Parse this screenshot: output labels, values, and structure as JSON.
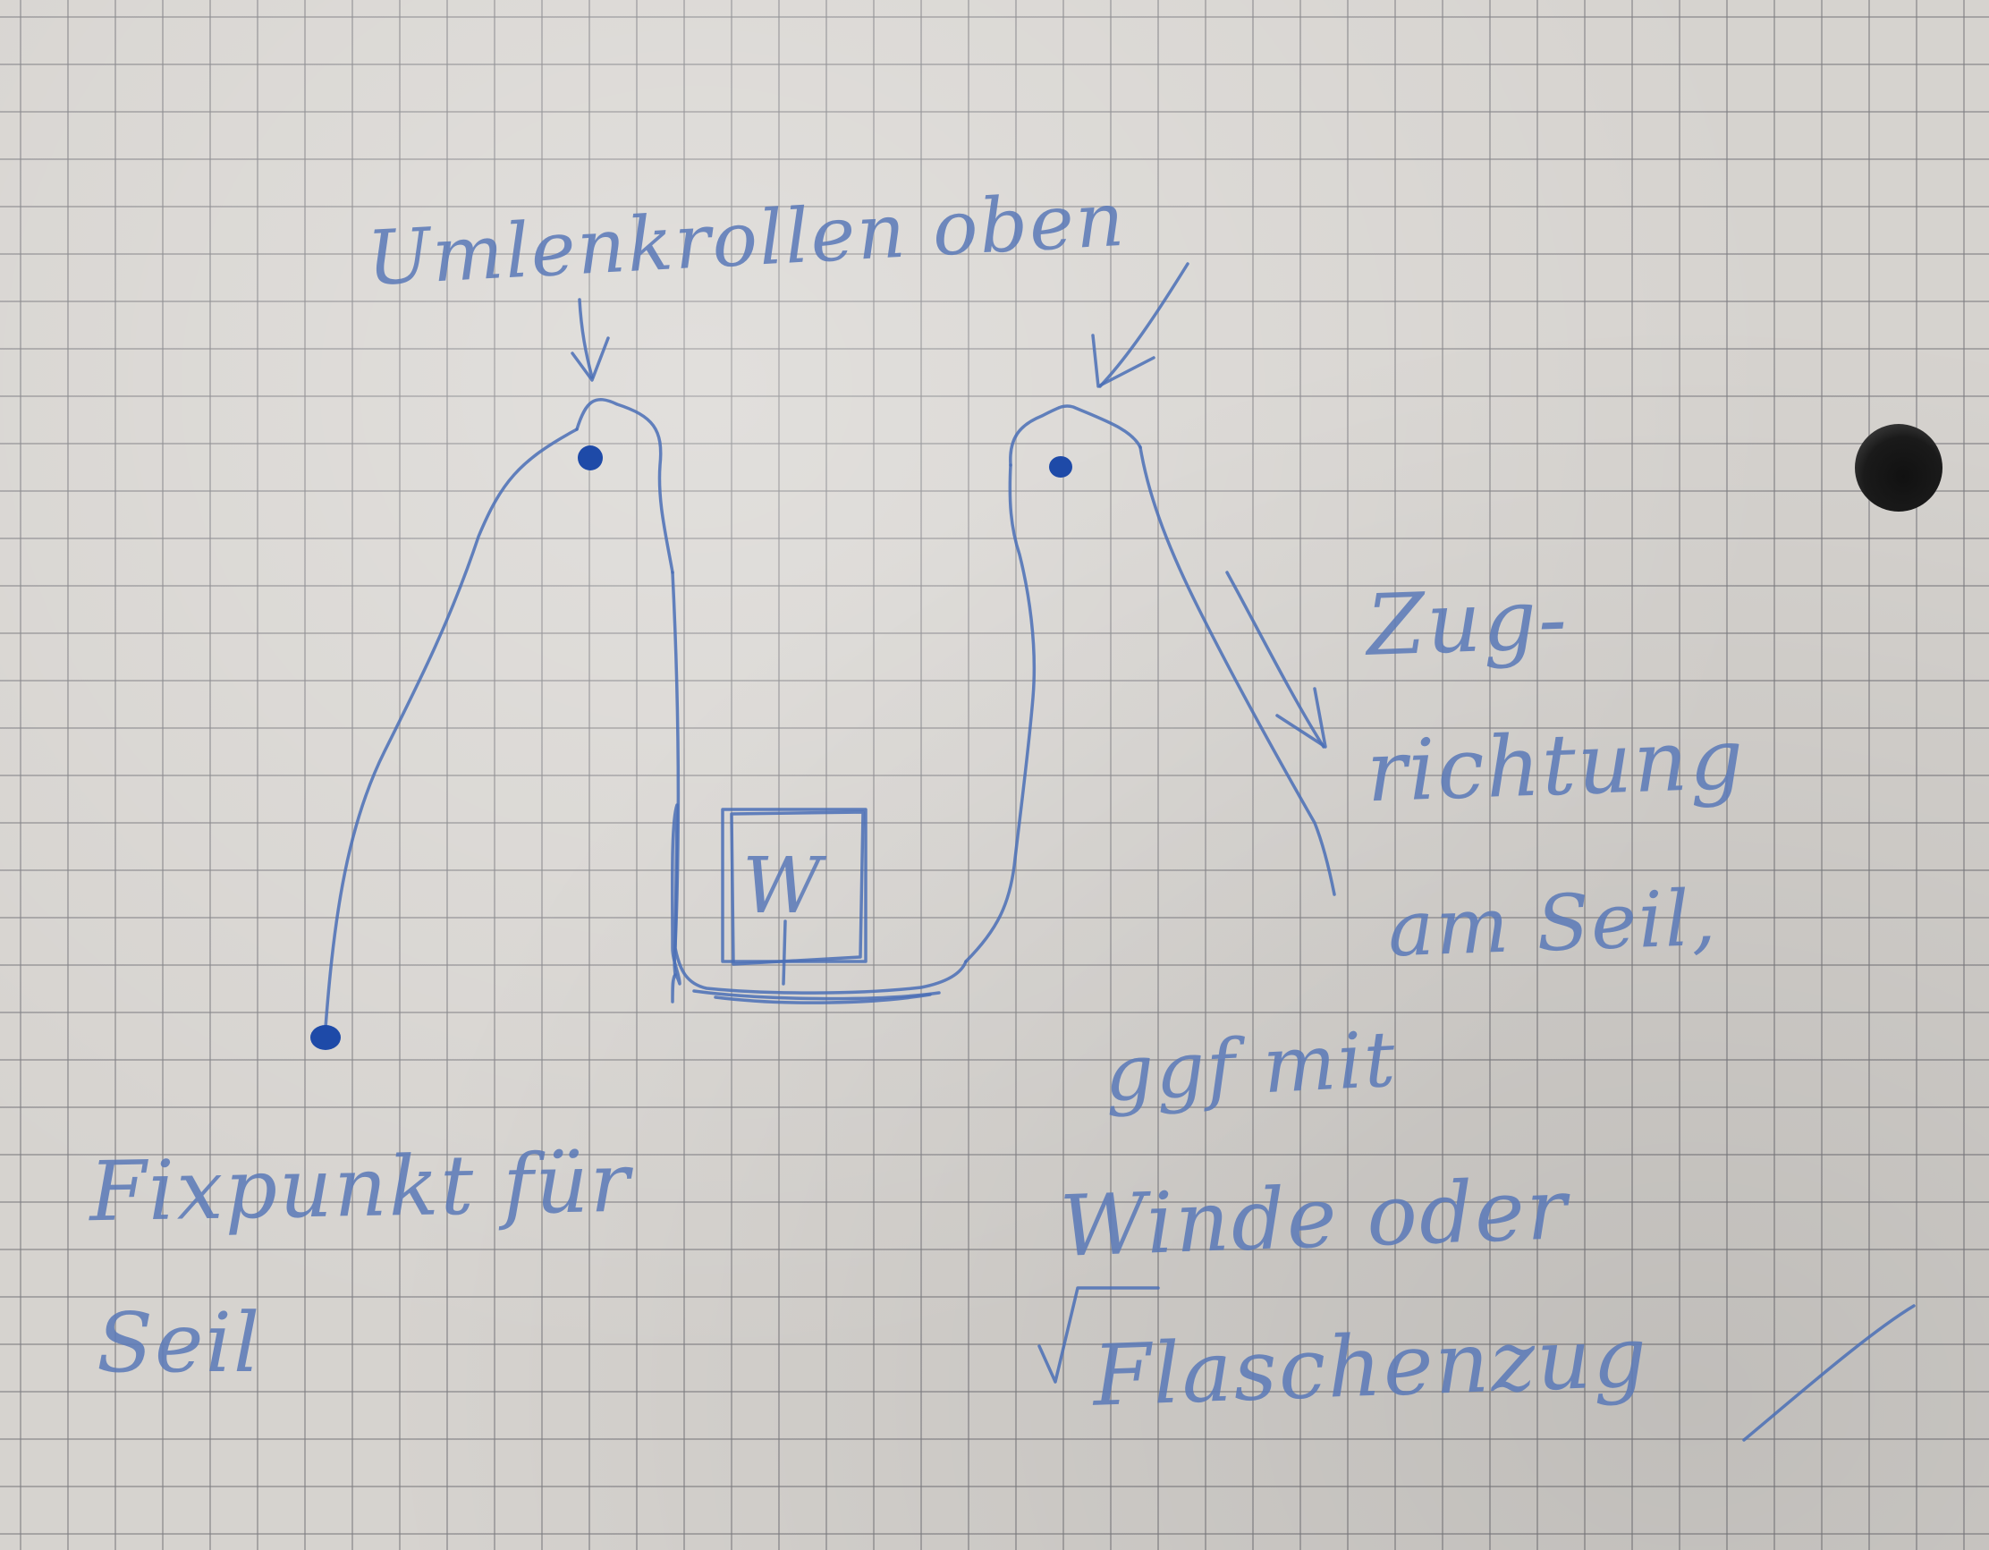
{
  "labels": {
    "top": "Umlenkrollen oben",
    "left_line1": "Fixpunkt für",
    "left_line2": "Seil",
    "right_line1": "Zug-",
    "right_line2": "richtung",
    "right_line3": "am Seil,",
    "right_line4": "ggf mit",
    "right_line5": "Winde oder",
    "right_line6": "Flaschenzug",
    "weight_letter": "W"
  },
  "colors": {
    "paper": "#d6d3cf",
    "grid": "#7d7d82",
    "ink": "#4a6fb6",
    "ink_dot": "#1e4aa8"
  }
}
